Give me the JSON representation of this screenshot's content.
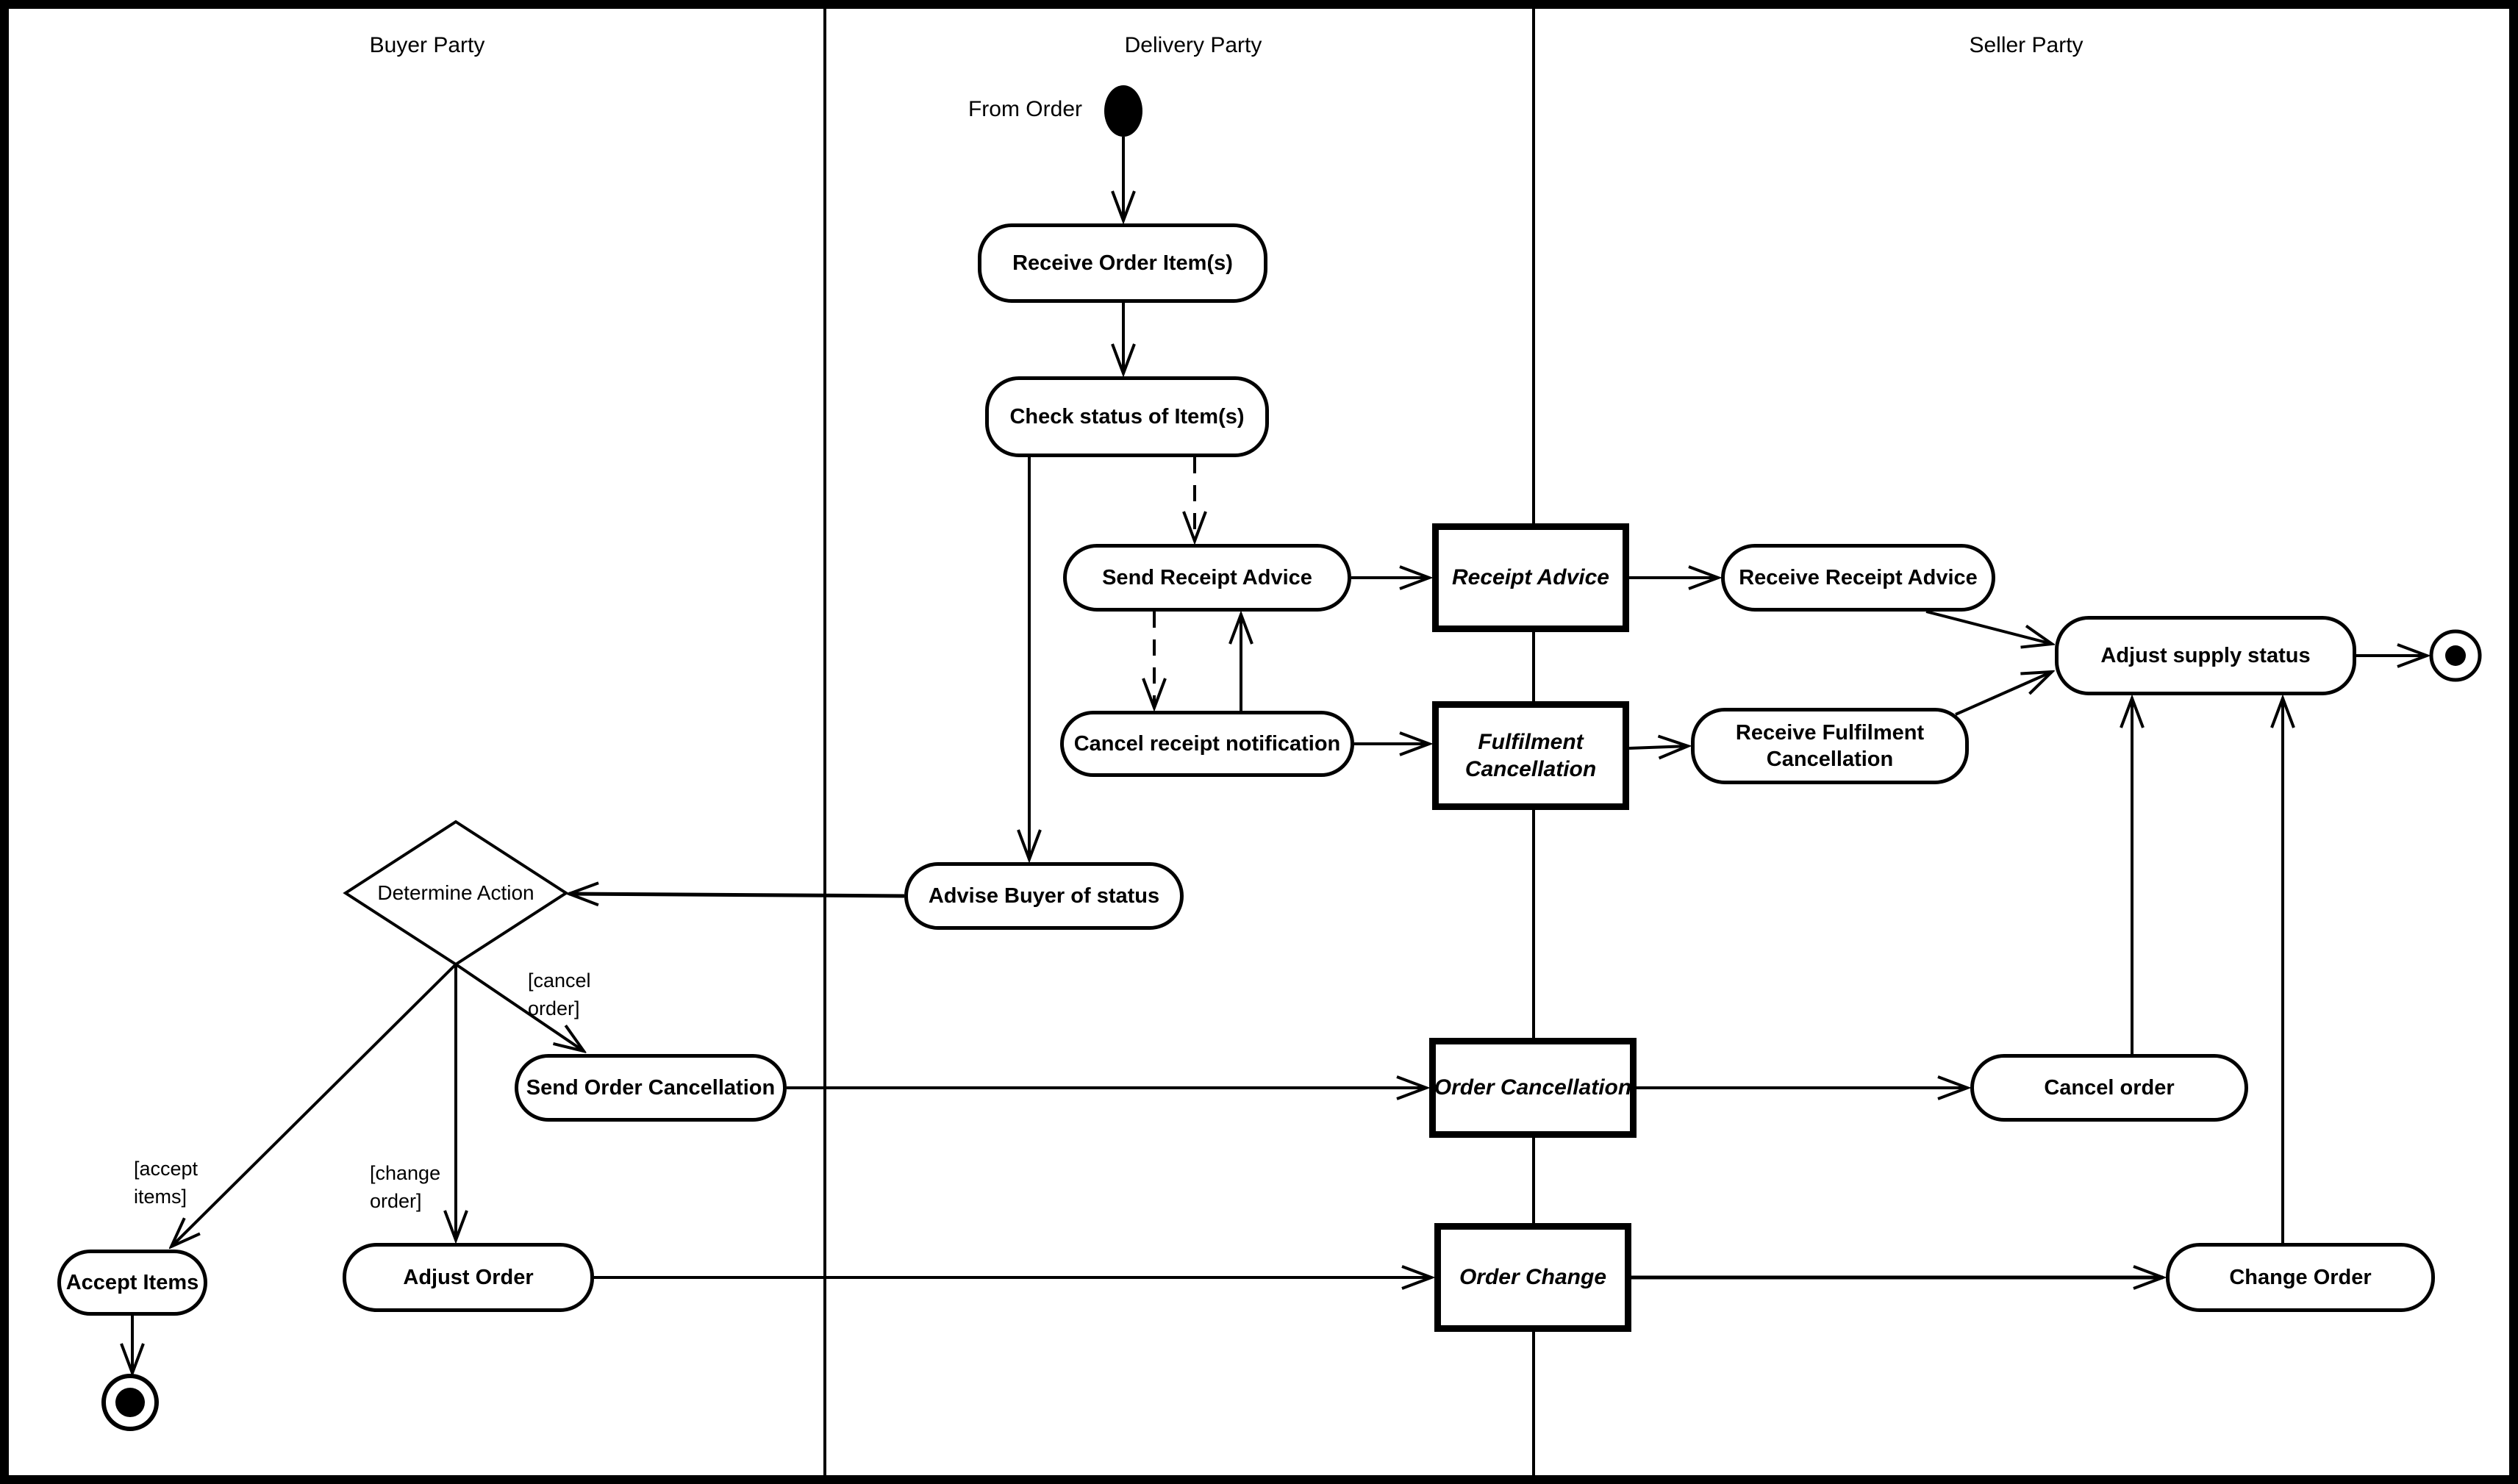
{
  "colors": {
    "background": "#ffffff",
    "line": "#000000",
    "node_fill": "#ffffff",
    "text": "#000000"
  },
  "lanes": [
    {
      "label": "Buyer Party"
    },
    {
      "label": "Delivery Party"
    },
    {
      "label": "Seller Party"
    }
  ],
  "start": {
    "label": "From Order"
  },
  "nodes": {
    "receive_order_items": {
      "label": "Receive Order Item(s)"
    },
    "check_status": {
      "label": "Check status of Item(s)"
    },
    "send_receipt_advice": {
      "label": "Send Receipt Advice"
    },
    "receipt_advice": {
      "label": "Receipt Advice"
    },
    "receive_receipt_advice": {
      "label": "Receive Receipt Advice"
    },
    "adjust_supply_status": {
      "label": "Adjust supply status"
    },
    "cancel_receipt_notification": {
      "label": "Cancel receipt notification"
    },
    "fulfilment_cancellation": {
      "label": "Fulfilment\nCancellation"
    },
    "receive_fulfilment_cancellation": {
      "label": "Receive Fulfilment\nCancellation"
    },
    "advise_buyer": {
      "label": "Advise Buyer of status"
    },
    "determine_action": {
      "label": "Determine Action"
    },
    "send_order_cancellation": {
      "label": "Send Order Cancellation"
    },
    "order_cancellation": {
      "label": "Order Cancellation"
    },
    "cancel_order": {
      "label": "Cancel order"
    },
    "accept_items": {
      "label": "Accept Items"
    },
    "adjust_order": {
      "label": "Adjust Order"
    },
    "order_change": {
      "label": "Order Change"
    },
    "change_order": {
      "label": "Change Order"
    }
  },
  "guards": {
    "cancel_order": "[cancel\norder]",
    "accept_items": "[accept\nitems]",
    "change_order": "[change\norder]"
  }
}
